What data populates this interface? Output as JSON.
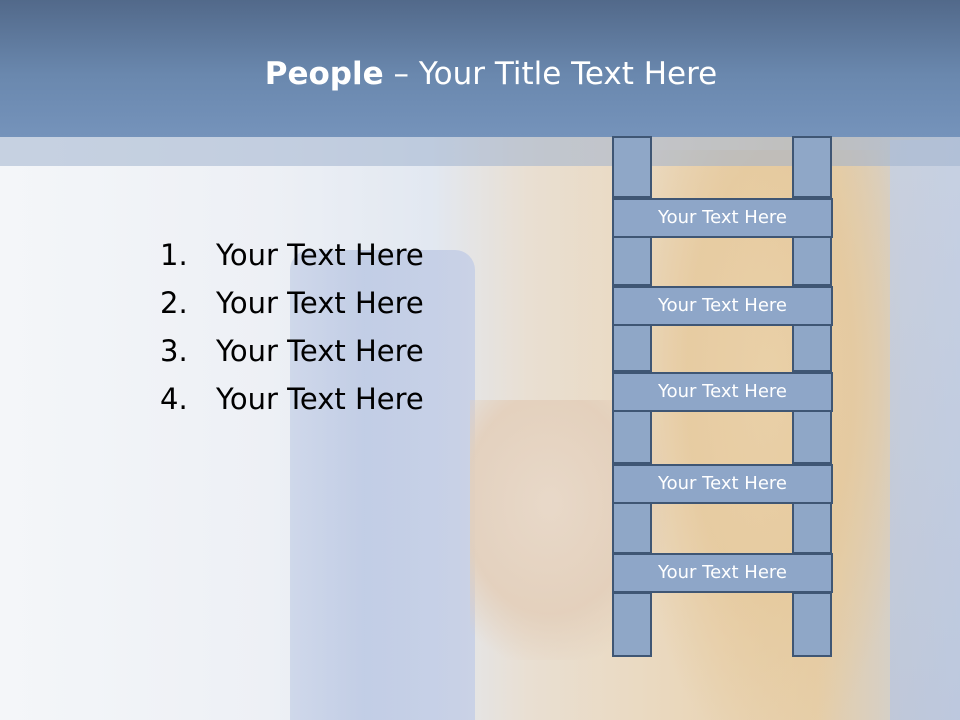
{
  "slide": {
    "title_bold": "People",
    "title_rest": " – Your Title Text Here",
    "list_items": [
      {
        "number": "1.",
        "text": "Your Text Here"
      },
      {
        "number": "2.",
        "text": "Your Text Here"
      },
      {
        "number": "3.",
        "text": "Your Text Here"
      },
      {
        "number": "4.",
        "text": "Your Text Here"
      }
    ],
    "ladder_rungs": [
      "Your Text Here",
      "Your Text Here",
      "Your Text Here",
      "Your Text Here",
      "Your Text Here"
    ]
  },
  "colors": {
    "header": "#6a88ae",
    "ladder_fill": "#8ea6c8",
    "ladder_border": "#3f5674"
  }
}
